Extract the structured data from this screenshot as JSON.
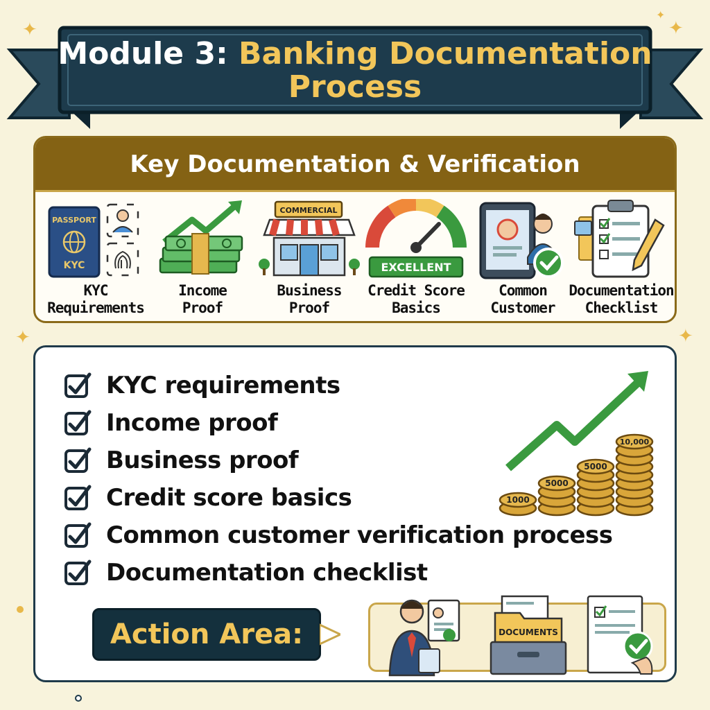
{
  "banner": {
    "title_prefix": "Module 3: ",
    "title_highlight_1": "Banking Documentation",
    "title_highlight_2": "Process"
  },
  "key_section": {
    "heading": "Key Documentation & Verification",
    "items": [
      {
        "line1": "KYC",
        "line2": "Requirements",
        "icon": "passport-fingerprint-icon",
        "passport_text": "PASSPORT",
        "passport_code": "KYC"
      },
      {
        "line1": "Income",
        "line2": "Proof",
        "icon": "money-growth-icon"
      },
      {
        "line1": "Business",
        "line2": "Proof",
        "icon": "storefront-icon",
        "sign_text": "COMMERCIAL"
      },
      {
        "line1": "Credit Score",
        "line2": "Basics",
        "icon": "credit-gauge-icon",
        "gauge_text": "EXCELLENT"
      },
      {
        "line1": "Common",
        "line2": "Customer",
        "icon": "customer-verify-icon"
      },
      {
        "line1": "Documentation",
        "line2": "Checklist",
        "icon": "clipboard-checklist-icon"
      }
    ]
  },
  "checklist": {
    "items": [
      "KYC requirements",
      "Income proof",
      "Business proof",
      "Credit score basics",
      "Common customer verification process",
      "Documentation checklist"
    ]
  },
  "coins": {
    "labels": [
      "1000",
      "5000",
      "5000",
      "10,000"
    ]
  },
  "action_area": {
    "label": "Action Area:",
    "folder_text": "DOCUMENTS"
  },
  "colors": {
    "banner_navy": "#1d3b4c",
    "gold": "#f2c65a",
    "panel_brown": "#846214",
    "green": "#3a9a3f"
  }
}
